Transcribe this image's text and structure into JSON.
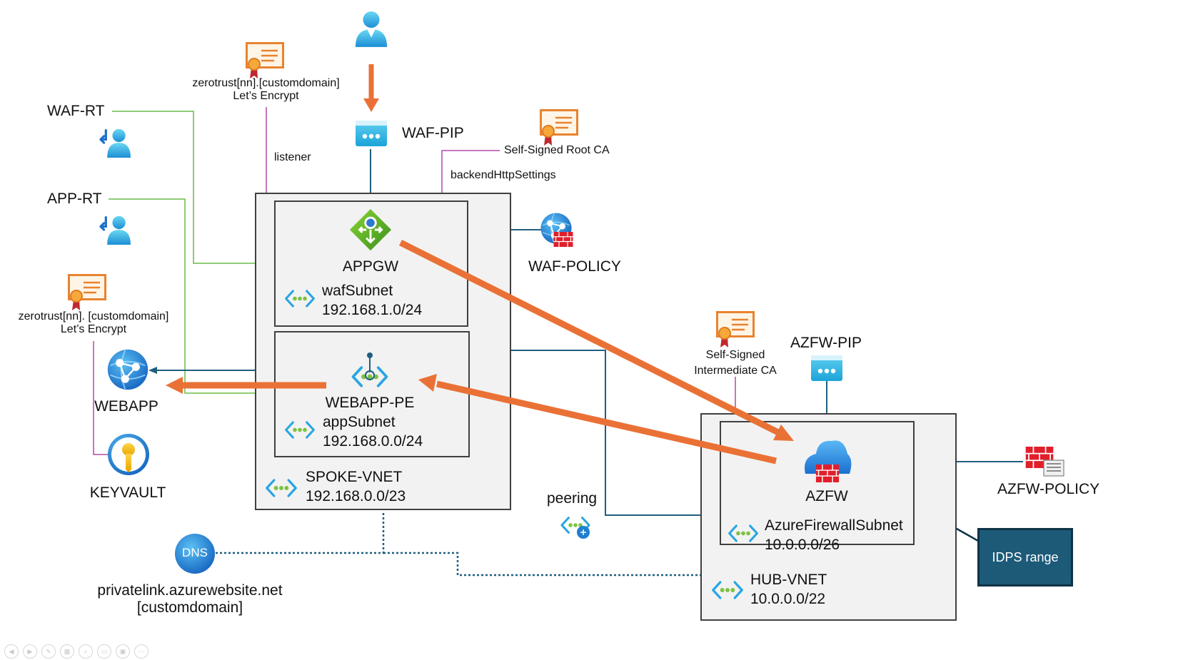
{
  "labels": {
    "cert_top": "zerotrust[nn].[customdomain]",
    "cert_top_issuer": "Let’s Encrypt",
    "listener": "listener",
    "waf_rt": "WAF-RT",
    "app_rt": "APP-RT",
    "waf_pip": "WAF-PIP",
    "root_ca": "Self-Signed Root CA",
    "backend_settings": "backendHttpSettings",
    "appgw": "APPGW",
    "waf_policy": "WAF-POLICY",
    "waf_subnet_name": "wafSubnet",
    "waf_subnet_cidr": "192.168.1.0/24",
    "cert_left": "zerotrust[nn]. [customdomain]",
    "cert_left_issuer": "Let’s Encrypt",
    "webapp": "WEBAPP",
    "webapp_pe": "WEBAPP-PE",
    "app_subnet_name": "appSubnet",
    "app_subnet_cidr": "192.168.0.0/24",
    "keyvault": "KEYVAULT",
    "spoke_vnet_name": "SPOKE-VNET",
    "spoke_vnet_cidr": "192.168.0.0/23",
    "peering": "peering",
    "dns": "DNS",
    "dns_zone": "privatelink.azurewebsite.net",
    "dns_zone_suffix": "[customdomain]",
    "inter_ca_1": "Self-Signed",
    "inter_ca_2": "Intermediate CA",
    "azfw_pip": "AZFW-PIP",
    "azfw": "AZFW",
    "azfw_policy": "AZFW-POLICY",
    "fw_subnet_name": "AzureFirewallSubnet",
    "fw_subnet_cidr": "10.0.0.0/26",
    "idps": "IDPS range",
    "hub_vnet_name": "HUB-VNET",
    "hub_vnet_cidr": "10.0.0.0/22"
  },
  "colors": {
    "flow_arrow": "#ea7136",
    "network_link": "#1f5f7e",
    "route_link": "#6cbb48",
    "cert_link": "#b04aa6",
    "box_border": "#404040",
    "vnet_fill": "#f2f2f2",
    "idps_fill": "#1c5a78"
  },
  "icons": [
    "user-icon",
    "certificate-icon",
    "public-ip-icon",
    "route-table-icon",
    "application-gateway-icon",
    "waf-policy-icon",
    "vnet-icon",
    "web-app-icon",
    "private-endpoint-icon",
    "key-vault-icon",
    "dns-zone-icon",
    "peering-icon",
    "firewall-icon",
    "firewall-policy-icon"
  ]
}
